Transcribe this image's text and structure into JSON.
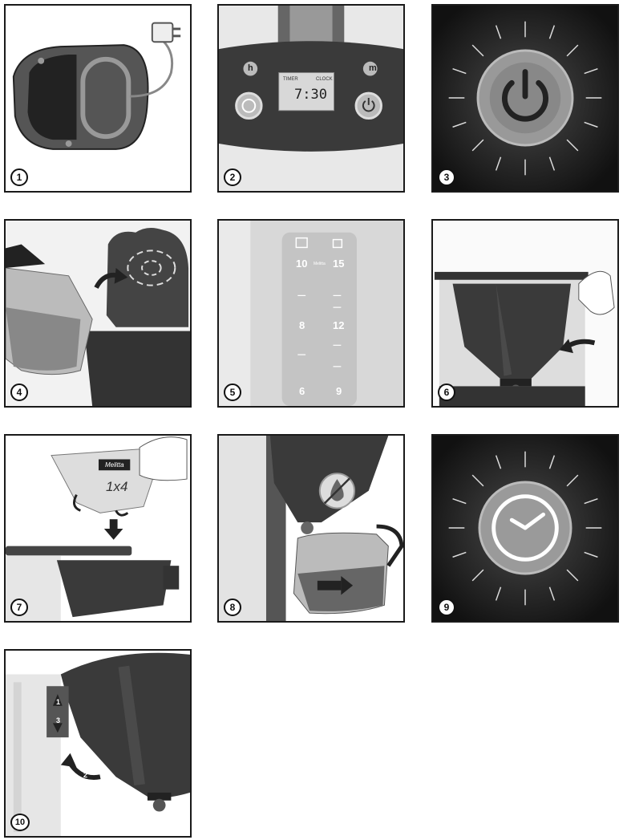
{
  "steps": [
    {
      "number": "1"
    },
    {
      "number": "2",
      "display": {
        "timer_label": "TIMER",
        "clock_label": "CLOCK",
        "time": "7:30",
        "h_button": "h",
        "m_button": "m"
      }
    },
    {
      "number": "3"
    },
    {
      "number": "4"
    },
    {
      "number": "5",
      "scale": {
        "cups_left": [
          "10",
          "8",
          "6"
        ],
        "cups_right": [
          "15",
          "12",
          "9"
        ],
        "middle_label": "Melitta"
      }
    },
    {
      "number": "6"
    },
    {
      "number": "7",
      "filter": {
        "brand": "Melitta",
        "size": "1x4"
      }
    },
    {
      "number": "8"
    },
    {
      "number": "9"
    },
    {
      "number": "10",
      "arrows": [
        "1",
        "3",
        "2"
      ]
    }
  ],
  "icons": [
    "power-icon",
    "clock-icon",
    "no-drip-icon",
    "cup-icon"
  ]
}
